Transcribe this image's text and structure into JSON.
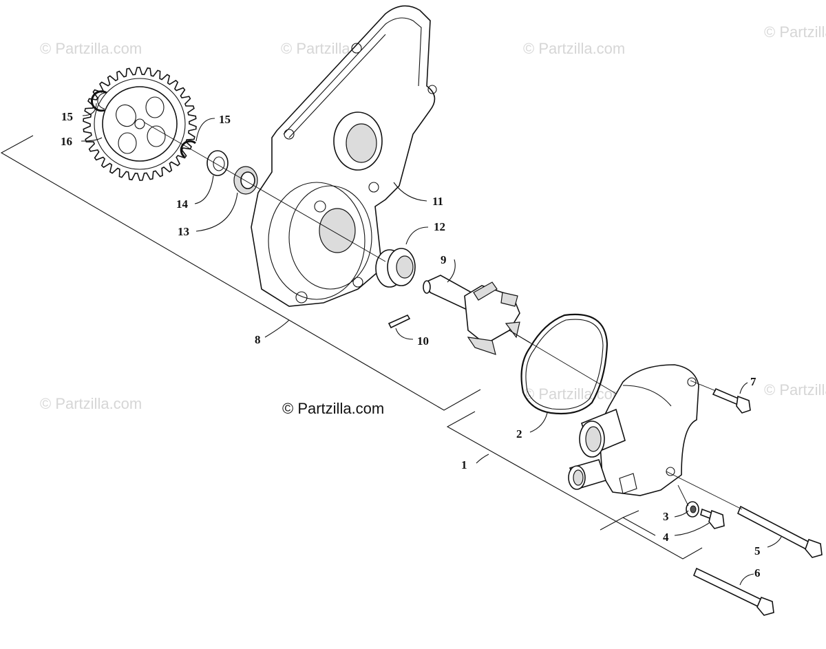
{
  "diagram": {
    "watermark_text": "© Partzilla.com",
    "copyright_text": "© Partzilla.com",
    "callouts": {
      "c1": "1",
      "c2": "2",
      "c3": "3",
      "c4": "4",
      "c5": "5",
      "c6": "6",
      "c7": "7",
      "c8": "8",
      "c9": "9",
      "c10": "10",
      "c11": "11",
      "c12": "12",
      "c13": "13",
      "c14": "14",
      "c15a": "15",
      "c15b": "15",
      "c16": "16"
    }
  },
  "colors": {
    "line": "#111111",
    "watermark": "#d6d6d6",
    "background": "#ffffff"
  }
}
